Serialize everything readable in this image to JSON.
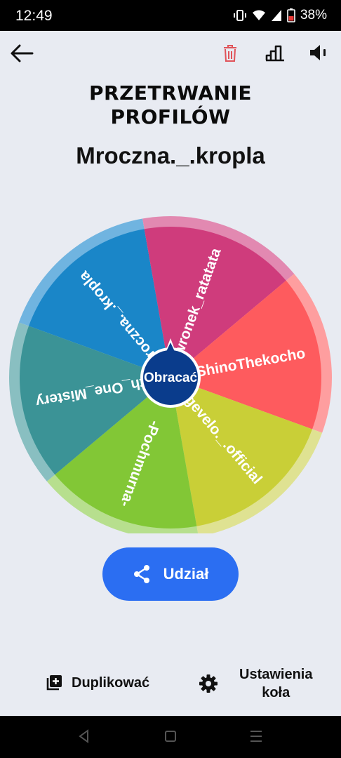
{
  "status": {
    "time": "12:49",
    "battery": "38%"
  },
  "header": {
    "title_line1": "PRZETRWANIE",
    "title_line2": "PROFILÓW",
    "subtitle": "Mroczna._.kropla"
  },
  "wheel": {
    "center_label": "Obracać",
    "segments": [
      {
        "label": "Mroczna._.kropla",
        "color": "#1a86c8",
        "ring": "#70b4e0"
      },
      {
        "label": "gawronek_ratatata",
        "color": "#cf3c7c",
        "ring": "#e289b1"
      },
      {
        "label": "ShinoThekocho",
        "color": "#fe5b5e",
        "ring": "#fe9e9f"
      },
      {
        "label": "Engevelo._.official",
        "color": "#c9cf37",
        "ring": "#dfe292"
      },
      {
        "label": "-Pochmurna-",
        "color": "#82c736",
        "ring": "#b7df8e"
      },
      {
        "label": "With_One_Mistery",
        "color": "#3b9396",
        "ring": "#89bfc1"
      }
    ],
    "hub_color": "#0a3c8c"
  },
  "actions": {
    "share_label": "Udział",
    "duplicate_label": "Duplikować",
    "settings_label_line1": "Ustawienia",
    "settings_label_line2": "koła"
  },
  "icons": {
    "back": "back-arrow-icon",
    "delete": "trash-icon",
    "stats": "bar-chart-icon",
    "sound": "speaker-icon"
  },
  "colors": {
    "accent": "#2b6ef2",
    "background": "#e8ebf2",
    "delete": "#e0535a"
  }
}
